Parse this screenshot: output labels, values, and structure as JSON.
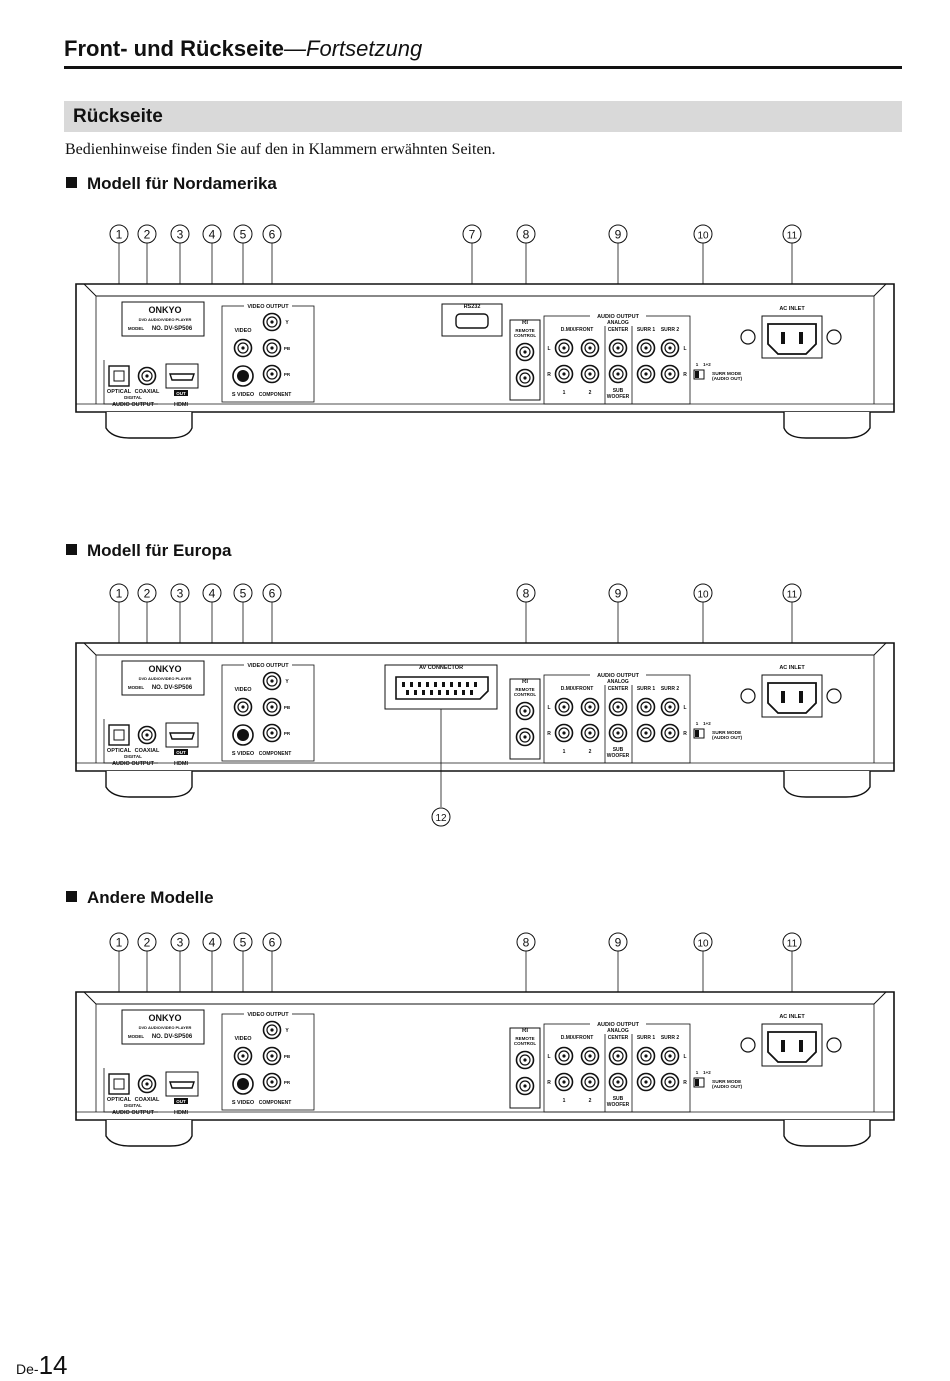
{
  "header": {
    "title": "Front- und Rückseite",
    "title_suffix": "—Fortsetzung"
  },
  "section": {
    "title": "Rückseite"
  },
  "intro": "Bedienhinweise finden Sie auf den in Klammern erwähnten Seiten.",
  "models": [
    {
      "heading": "Modell für Nordamerika",
      "callouts": [
        "1",
        "2",
        "3",
        "4",
        "5",
        "6",
        "7",
        "8",
        "9",
        "10",
        "11"
      ]
    },
    {
      "heading": "Modell für Europa",
      "callouts": [
        "1",
        "2",
        "3",
        "4",
        "5",
        "6",
        "8",
        "9",
        "10",
        "11"
      ],
      "extra_callout": "12"
    },
    {
      "heading": "Andere Modelle",
      "callouts": [
        "1",
        "2",
        "3",
        "4",
        "5",
        "6",
        "8",
        "9",
        "10",
        "11"
      ]
    }
  ],
  "panel_labels": {
    "brand": "ONKYO",
    "player": "DVD AUDIO/VIDEO PLAYER",
    "model_prefix": "MODEL",
    "model_no": "NO. DV-SP506",
    "optical": "OPTICAL",
    "coaxial": "COAXIAL",
    "digital": "DIGITAL",
    "audio_output": "AUDIO OUTPUT",
    "hdmi": "HDMI",
    "out": "OUT",
    "video_output": "VIDEO OUTPUT",
    "video": "VIDEO",
    "s_video": "S VIDEO",
    "component": "COMPONENT",
    "y": "Y",
    "pb": "PB",
    "pr": "PR",
    "rs232": "RS232",
    "av_connector": "AV CONNECTOR",
    "remote_control": "REMOTE CONTROL",
    "ri": "RI",
    "audio_output_analog": "AUDIO OUTPUT",
    "analog": "ANALOG",
    "d_mix_front": "D.MIX/FRONT",
    "center": "CENTER",
    "surr1": "SURR 1",
    "surr2": "SURR 2",
    "sub_woofer": "SUB WOOFER",
    "l": "L",
    "r": "R",
    "one": "1",
    "two": "2",
    "switch_1": "1",
    "switch_12": "1+2",
    "surr_mode": "SURR MODE",
    "audio_out": "(AUDIO OUT)",
    "ac_inlet": "AC INLET"
  },
  "footer": {
    "prefix": "De-",
    "page": "14"
  }
}
